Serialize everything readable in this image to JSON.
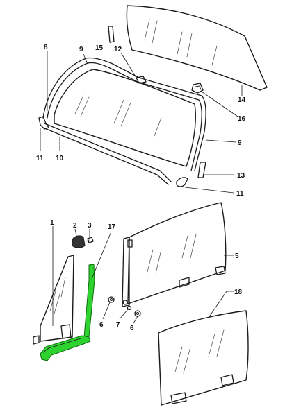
{
  "colors": {
    "highlight": "#2fd32f",
    "line": "#1a1a1a",
    "background": "#ffffff"
  },
  "highlighted_part": "17",
  "callouts": {
    "c1": "1",
    "c2": "2",
    "c3": "3",
    "c5": "5",
    "c6a": "6",
    "c6b": "6",
    "c7": "7",
    "c8": "8",
    "c9a": "9",
    "c9b": "9",
    "c10": "10",
    "c11a": "11",
    "c11b": "11",
    "c12": "12",
    "c13": "13",
    "c14": "14",
    "c15": "15",
    "c16": "16",
    "c17": "17",
    "c18": "18"
  }
}
